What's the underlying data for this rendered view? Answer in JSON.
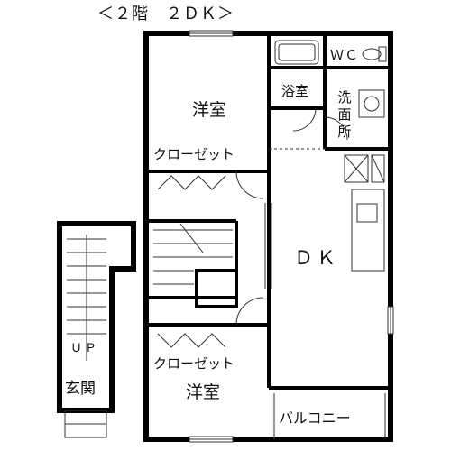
{
  "floor_plan": {
    "title": "＜２階　２ＤＫ＞",
    "rooms": {
      "western_room_1": "洋室",
      "closet_1": "クローゼット",
      "wc": "ＷＣ",
      "bathroom": "浴室",
      "washroom": "洗面所",
      "dk": "ＤＫ",
      "stair_up": "ＵＰ",
      "entrance": "玄関",
      "closet_2": "クローゼット",
      "western_room_2": "洋室",
      "balcony": "バルコニー"
    }
  }
}
